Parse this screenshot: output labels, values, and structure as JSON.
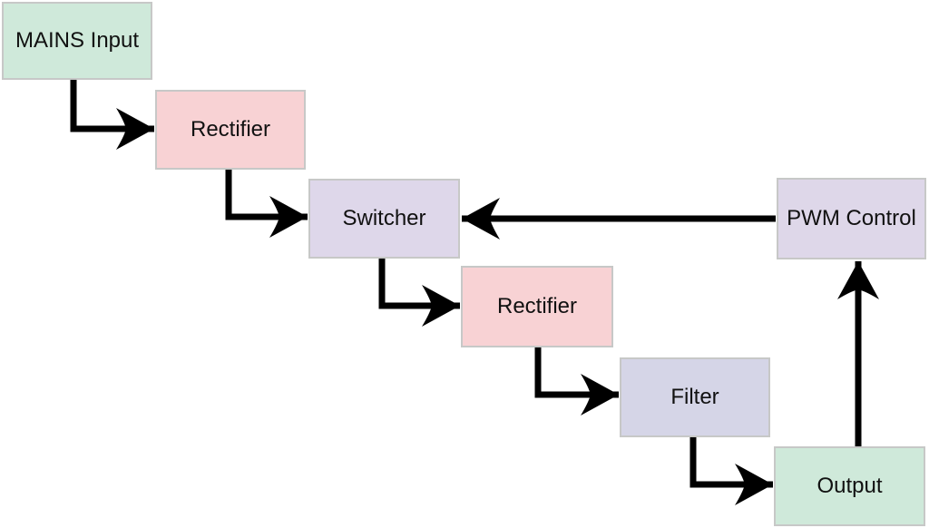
{
  "diagram": {
    "type": "block-diagram",
    "nodes": [
      {
        "id": "mains",
        "label": "MAINS Input",
        "fill": "#cfe9da"
      },
      {
        "id": "rectifier1",
        "label": "Rectifier",
        "fill": "#f8d2d4"
      },
      {
        "id": "switcher",
        "label": "Switcher",
        "fill": "#ded7ea"
      },
      {
        "id": "rectifier2",
        "label": "Rectifier",
        "fill": "#f8d2d4"
      },
      {
        "id": "filter",
        "label": "Filter",
        "fill": "#d5d5e7"
      },
      {
        "id": "output",
        "label": "Output",
        "fill": "#cfe9da"
      },
      {
        "id": "pwm",
        "label": "PWM Control",
        "fill": "#ded7e9"
      }
    ],
    "edges": [
      {
        "from": "mains",
        "to": "rectifier1"
      },
      {
        "from": "rectifier1",
        "to": "switcher"
      },
      {
        "from": "switcher",
        "to": "rectifier2"
      },
      {
        "from": "rectifier2",
        "to": "filter"
      },
      {
        "from": "filter",
        "to": "output"
      },
      {
        "from": "output",
        "to": "pwm"
      },
      {
        "from": "pwm",
        "to": "switcher"
      }
    ],
    "colors": {
      "background": "#ffffff",
      "arrow": "#000000",
      "node_border": "#c7c8c7",
      "text": "#111111"
    }
  }
}
